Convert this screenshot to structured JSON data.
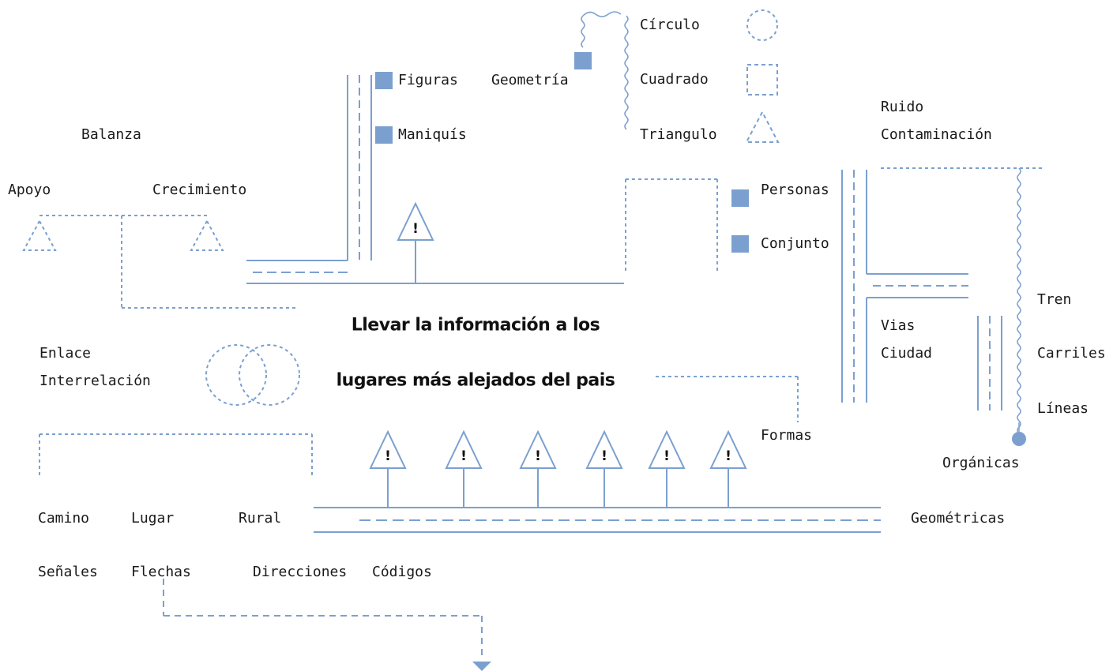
{
  "accent_color": "#7ba0d0",
  "title": {
    "line1": "Llevar la información a los",
    "line2": "lugares más alejados del pais"
  },
  "warning_symbol": "!",
  "labels": {
    "circulo": "Círculo",
    "cuadrado": "Cuadrado",
    "triangulo": "Triangulo",
    "geometria": "Geometría",
    "figuras": "Figuras",
    "maniquis": "Maniquís",
    "balanza": "Balanza",
    "apoyo": "Apoyo",
    "crecimiento": "Crecimiento",
    "ruido": "Ruido",
    "contaminacion": "Contaminación",
    "personas": "Personas",
    "conjunto": "Conjunto",
    "vias": "Vias",
    "ciudad": "Ciudad",
    "tren": "Tren",
    "carriles": "Carriles",
    "lineas": "Líneas",
    "organicas": "Orgánicas",
    "enlace": "Enlace",
    "interrelacion": "Interrelación",
    "formas": "Formas",
    "camino": "Camino",
    "lugar": "Lugar",
    "rural": "Rural",
    "geometricas": "Geométricas",
    "senales": "Señales",
    "flechas": "Flechas",
    "direcciones": "Direcciones",
    "codigos": "Códigos"
  }
}
